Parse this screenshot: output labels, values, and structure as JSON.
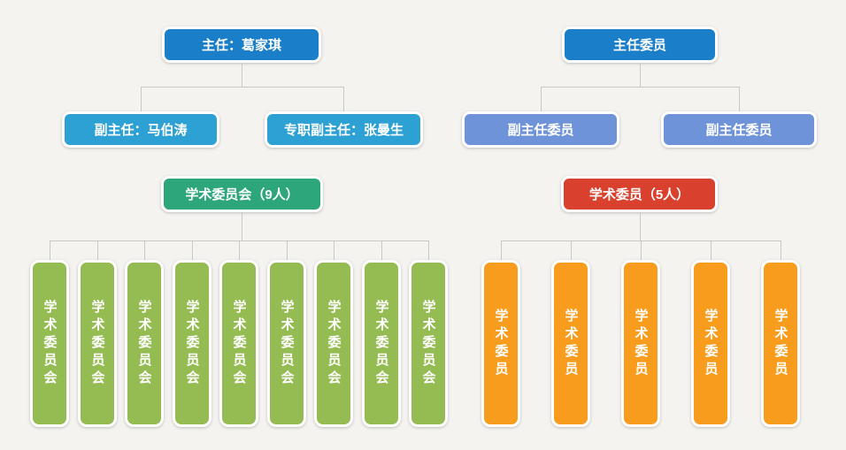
{
  "colors": {
    "background": "#f4f3f0",
    "primary_blue": "#1a7ec8",
    "light_blue": "#2da0d4",
    "periwinkle": "#6e93d8",
    "teal_green": "#2ca67a",
    "red": "#d9402e",
    "yellow_green": "#94bc53",
    "orange": "#f79c1d",
    "connector": "#c9c9c5"
  },
  "org_chart": {
    "director_tree": {
      "root_label": "主任：葛家琪",
      "children": [
        "副主任：马伯涛",
        "专职副主任：张曼生"
      ]
    },
    "committee_tree": {
      "root_label": "主任委员",
      "children": [
        "副主任委员",
        "副主任委员"
      ]
    },
    "academic_committee_group": {
      "root_label": "学术委员会（9人）",
      "member_count": 9,
      "members": [
        "学术委员会",
        "学术委员会",
        "学术委员会",
        "学术委员会",
        "学术委员会",
        "学术委员会",
        "学术委员会",
        "学术委员会",
        "学术委员会"
      ]
    },
    "academic_member_group": {
      "root_label": "学术委员（5人）",
      "member_count": 5,
      "members": [
        "学术委员",
        "学术委员",
        "学术委员",
        "学术委员",
        "学术委员"
      ]
    }
  }
}
